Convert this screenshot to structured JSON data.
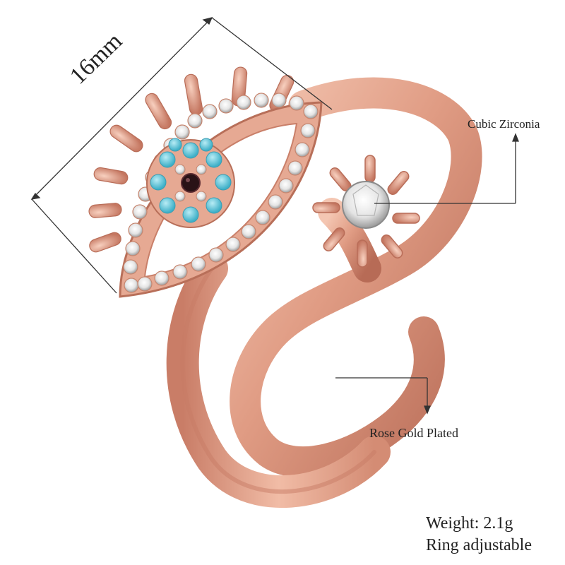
{
  "image": {
    "subject": "rose gold evil eye open ring",
    "colors": {
      "background": "#ffffff",
      "rose_gold": "#e2a48e",
      "rose_gold_dark": "#b86f59",
      "turquoise": "#6cc8db",
      "pupil": "#2a1216",
      "zirconia": "#f2f2f2"
    }
  },
  "annotations": {
    "dimension": "16mm",
    "cubic_zirconia": "Cubic Zirconia",
    "rose_gold": "Rose Gold Plated",
    "weight": "Weight: 2.1g",
    "adjustable": "Ring adjustable"
  }
}
